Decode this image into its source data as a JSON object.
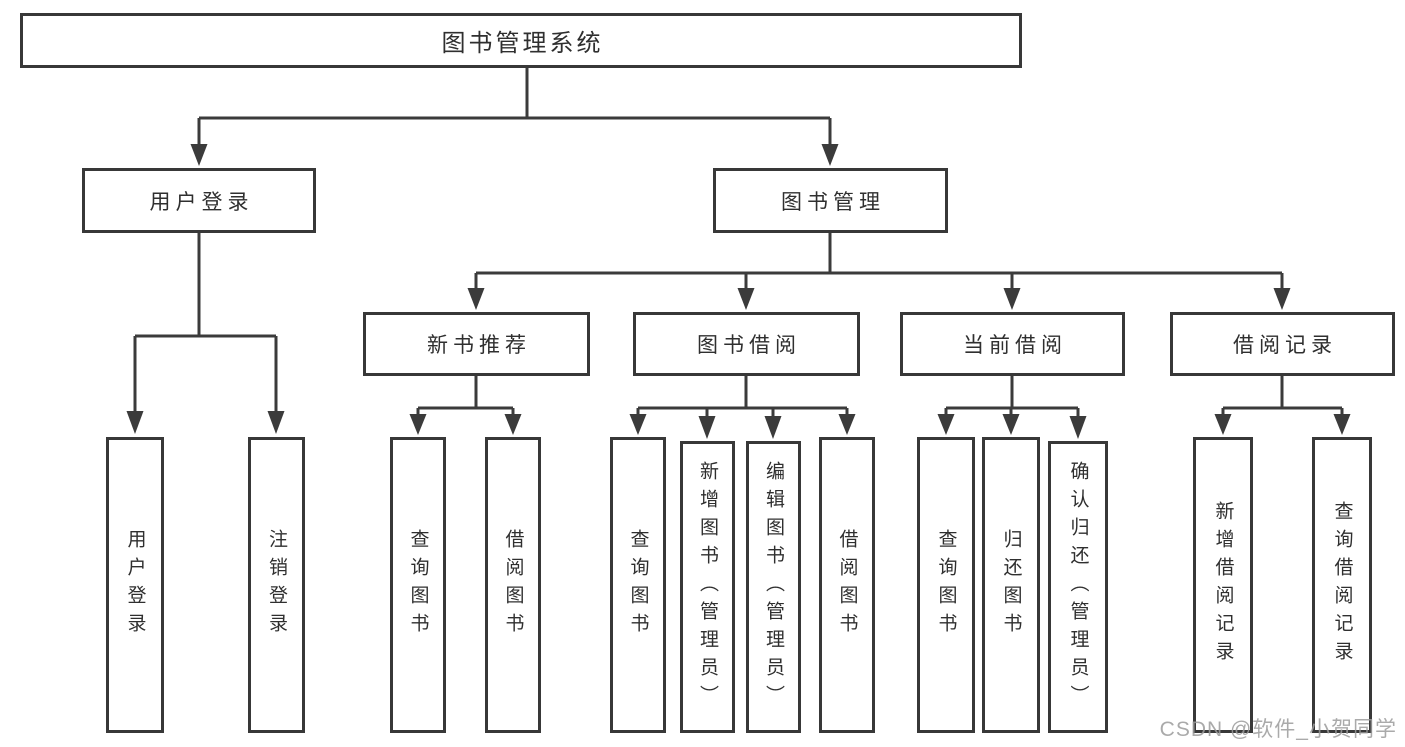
{
  "diagram_title": "图书管理系统",
  "watermark": "CSDN @软件_小贺同学",
  "colors": {
    "line": "#3b3b3b",
    "box_border": "#383838",
    "text": "#2f2f2f",
    "background": "#ffffff",
    "watermark": "#9c9c9c"
  },
  "tree": {
    "root": {
      "label": "图书管理系统"
    },
    "branches": [
      {
        "label": "用户登录",
        "children": [
          {
            "label": "用户登录"
          },
          {
            "label": "注销登录"
          }
        ]
      },
      {
        "label": "图书管理",
        "children": [
          {
            "label": "新书推荐",
            "children": [
              {
                "label": "查询图书"
              },
              {
                "label": "借阅图书"
              }
            ]
          },
          {
            "label": "图书借阅",
            "children": [
              {
                "label": "查询图书"
              },
              {
                "label": "新增图书（管理员）"
              },
              {
                "label": "编辑图书（管理员）"
              },
              {
                "label": "借阅图书"
              }
            ]
          },
          {
            "label": "当前借阅",
            "children": [
              {
                "label": "查询图书"
              },
              {
                "label": "归还图书"
              },
              {
                "label": "确认归还（管理员）"
              }
            ]
          },
          {
            "label": "借阅记录",
            "children": [
              {
                "label": "新增借阅记录"
              },
              {
                "label": "查询借阅记录"
              }
            ]
          }
        ]
      }
    ]
  }
}
